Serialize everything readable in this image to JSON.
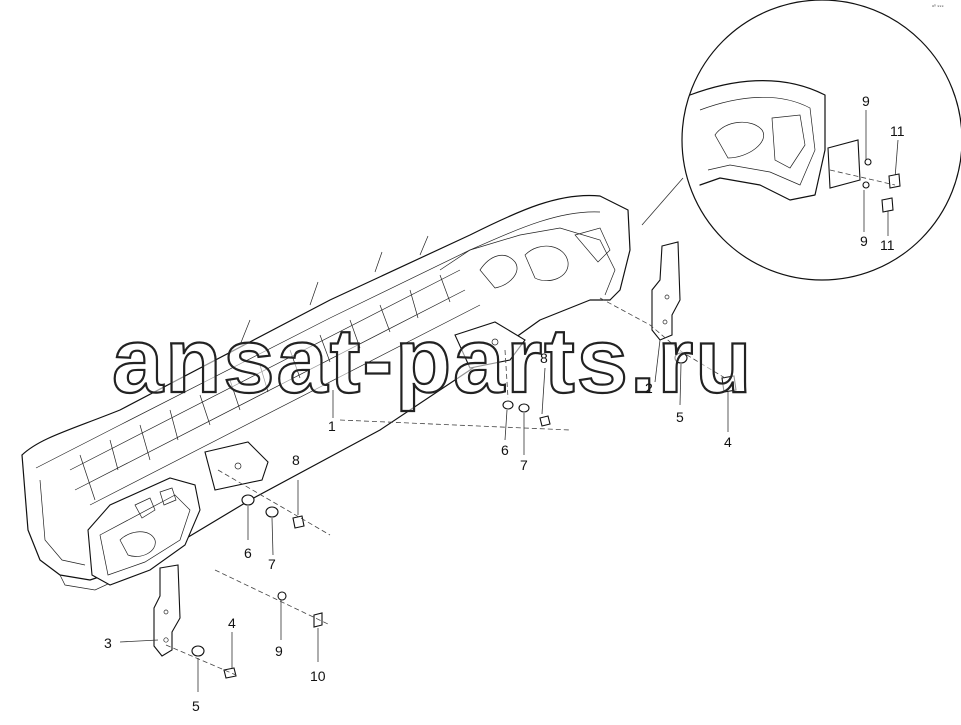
{
  "corner_mark": "ᵃ⁰ ⁹⁹⁹",
  "watermark": "ansat-parts.ru",
  "labels": {
    "l1": "1",
    "l2": "2",
    "l3": "3",
    "l4a": "4",
    "l4b": "4",
    "l5a": "5",
    "l5b": "5",
    "l6a": "6",
    "l6b": "6",
    "l7a": "7",
    "l7b": "7",
    "l8a": "8",
    "l8b": "8",
    "l9a": "9",
    "l9b": "9",
    "l9c": "9",
    "l10": "10",
    "l11a": "11",
    "l11b": "11"
  }
}
